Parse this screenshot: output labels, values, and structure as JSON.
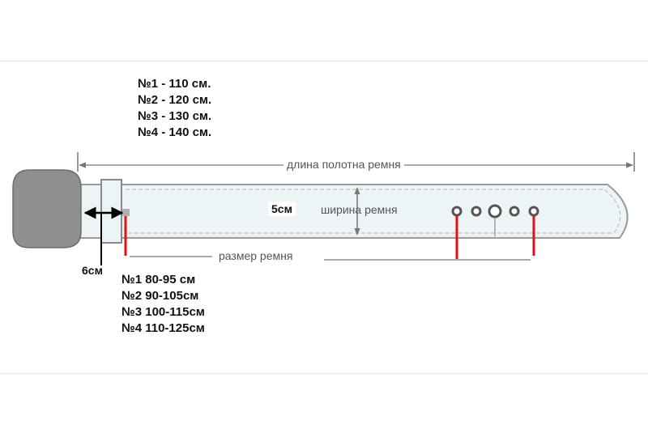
{
  "sizes_top": [
    "№1 - 110 см.",
    "№2 - 120 см.",
    "№3 - 130 см.",
    "№4 - 140 см."
  ],
  "sizes_bottom": [
    "№1 80-95 см",
    "№2 90-105см",
    "№3 100-115см",
    "№4 110-125см"
  ],
  "labels": {
    "strap_length": "длина полотна ремня",
    "belt_width": "ширина ремня",
    "belt_size": "размер ремня",
    "width_value": "5см",
    "buckle_width": "6см"
  },
  "colors": {
    "belt_fill": "#ecf4f6",
    "belt_stroke": "#9a9a9a",
    "buckle": "#8f8f8f",
    "marker_red": "#e0101a",
    "arrow": "#000000"
  }
}
